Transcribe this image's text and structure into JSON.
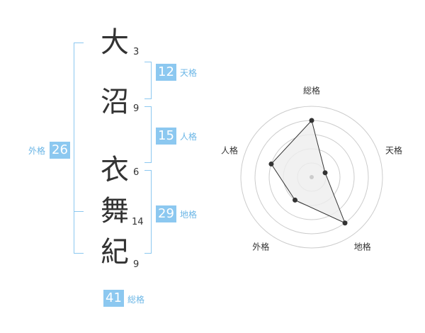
{
  "name": {
    "chars": [
      {
        "char": "大",
        "strokes": "3"
      },
      {
        "char": "沼",
        "strokes": "9"
      },
      {
        "char": "衣",
        "strokes": "6"
      },
      {
        "char": "舞",
        "strokes": "14"
      },
      {
        "char": "紀",
        "strokes": "9"
      }
    ]
  },
  "kaku": {
    "tenkaku": {
      "value": "12",
      "label": "天格"
    },
    "jinkaku": {
      "value": "15",
      "label": "人格"
    },
    "chikaku": {
      "value": "29",
      "label": "地格"
    },
    "gaikaku": {
      "value": "26",
      "label": "外格"
    },
    "soukaku": {
      "value": "41",
      "label": "総格"
    }
  },
  "chart_data": {
    "type": "radar",
    "axes": [
      "総格",
      "天格",
      "地格",
      "外格",
      "人格"
    ],
    "max": 5,
    "rings": 5,
    "values": [
      4,
      1,
      4,
      2,
      3
    ],
    "colors": {
      "fill": "#eeeeee",
      "stroke": "#333333",
      "point": "#333333",
      "grid": "#cccccc"
    }
  }
}
